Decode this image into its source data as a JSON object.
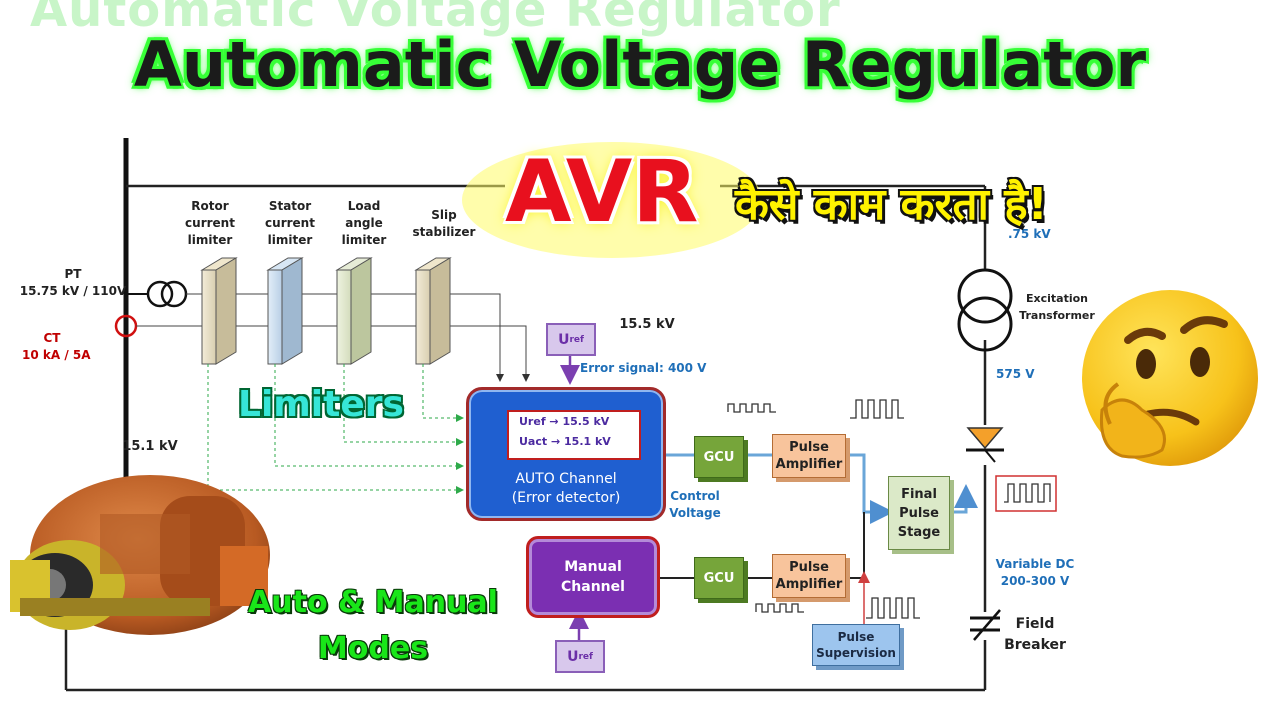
{
  "title": {
    "ghost": "Automatic Voltage Regulator",
    "main": "Automatic Voltage Regulator"
  },
  "overlay": {
    "avr": "AVR",
    "hindi": "कैसे काम करता है!",
    "limiters": "Limiters",
    "modes_line1": "Auto & Manual",
    "modes_line2": "Modes"
  },
  "pt": {
    "name": "PT",
    "rating": "15.75 kV / 110V"
  },
  "ct": {
    "name": "CT",
    "rating": "10 kA / 5A"
  },
  "limiters": [
    {
      "line1": "Rotor",
      "line2": "current",
      "line3": "limiter"
    },
    {
      "line1": "Stator",
      "line2": "current",
      "line3": "limiter"
    },
    {
      "line1": "Load",
      "line2": "angle",
      "line3": "limiter"
    },
    {
      "line1": "Slip",
      "line2": "stabilizer",
      "line3": ""
    }
  ],
  "labels": {
    "kv_155": "15.5 kV",
    "kv_151": "15.1 kV",
    "error_signal": "Error signal: 400 V",
    "control_voltage_1": "Control",
    "control_voltage_2": "Voltage",
    "kv_top_right": ".75 kV",
    "v575": "575 V",
    "variable_dc_1": "Variable DC",
    "variable_dc_2": "200-300 V",
    "field_breaker_1": "Field",
    "field_breaker_2": "Breaker",
    "excitation_1": "Excitation",
    "excitation_2": "Transformer"
  },
  "uref_top": {
    "main": "U",
    "sub": "ref"
  },
  "uref_bottom": {
    "main": "U",
    "sub": "ref"
  },
  "auto_channel": {
    "line1": "AUTO Channel",
    "line2": "(Error detector)",
    "uref_row": "Uref → 15.5 kV",
    "uact_row": "Uact → 15.1 kV"
  },
  "manual_channel": {
    "line1": "Manual",
    "line2": "Channel"
  },
  "gcu_top": "GCU",
  "gcu_bottom": "GCU",
  "pulse_amp_top": {
    "line1": "Pulse",
    "line2": "Amplifier"
  },
  "pulse_amp_bottom": {
    "line1": "Pulse",
    "line2": "Amplifier"
  },
  "final_pulse_stage": {
    "line1": "Final",
    "line2": "Pulse",
    "line3": "Stage"
  },
  "pulse_supervision": {
    "line1": "Pulse",
    "line2": "Supervision"
  },
  "colors": {
    "title_glow": "#38ff38",
    "avr_red": "#e8101e",
    "hindi_yellow": "#fff200",
    "auto_channel_blue": "#1f5fd0",
    "manual_channel_purple": "#7b2fb2",
    "gcu_green": "#76a53a",
    "pulse_amp_orange": "#f8c49c",
    "limiter_dashed_green": "#2eaa4a",
    "signal_blue": "#6aa6d8"
  },
  "icons": [
    "thinking-face-emoji-icon",
    "generator-photo-icon",
    "thyristor-icon",
    "transformer-icon",
    "field-breaker-icon",
    "pulse-waveform-icon"
  ]
}
